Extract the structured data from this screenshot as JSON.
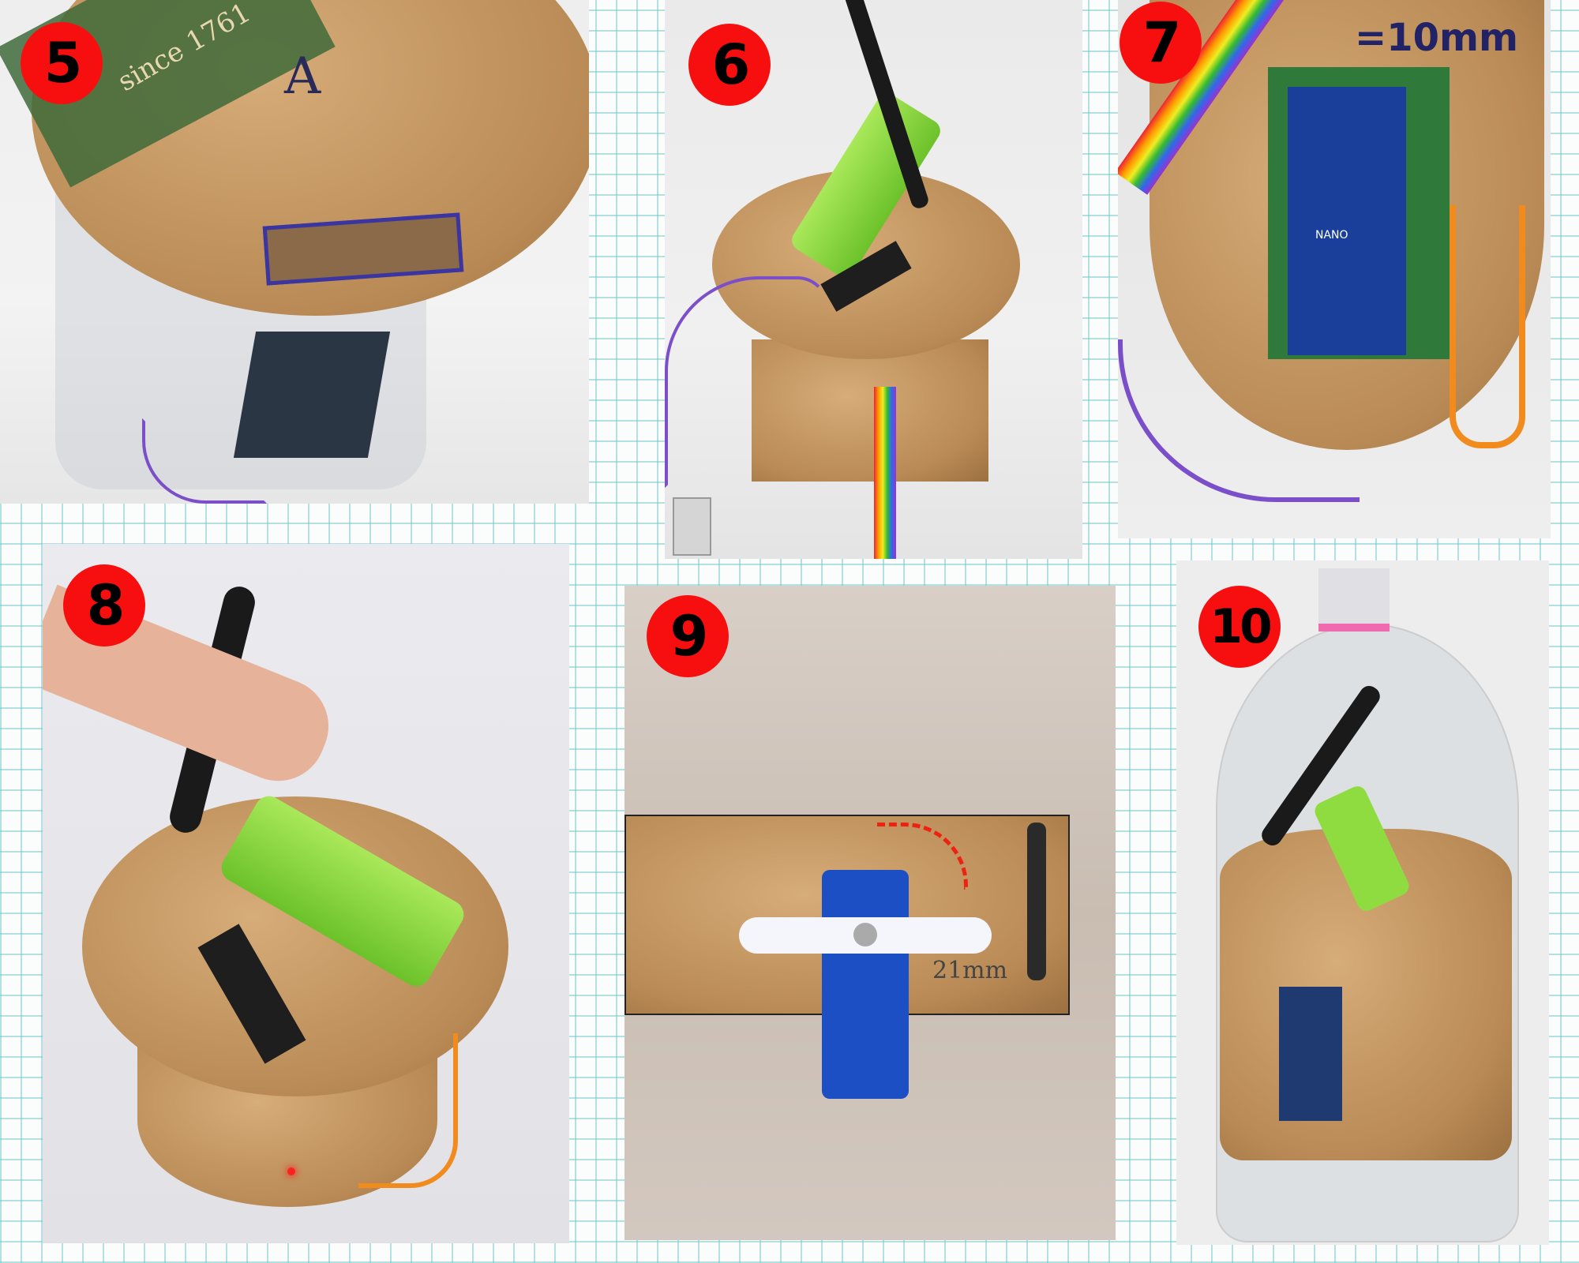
{
  "panels": [
    {
      "step": "5",
      "labels": {
        "brand": "since 1761",
        "marking": "A"
      }
    },
    {
      "step": "6"
    },
    {
      "step": "7",
      "labels": {
        "measure": "=10mm",
        "board": "NANO"
      }
    },
    {
      "step": "8"
    },
    {
      "step": "9",
      "labels": {
        "measure": "21mm"
      }
    },
    {
      "step": "10"
    }
  ],
  "colors": {
    "badge": "#f70f0f",
    "cardboard": "#c49a66",
    "powerbank": "#7fd43a",
    "wire_purple": "#7b4fc9",
    "servo": "#1d4fc4"
  }
}
